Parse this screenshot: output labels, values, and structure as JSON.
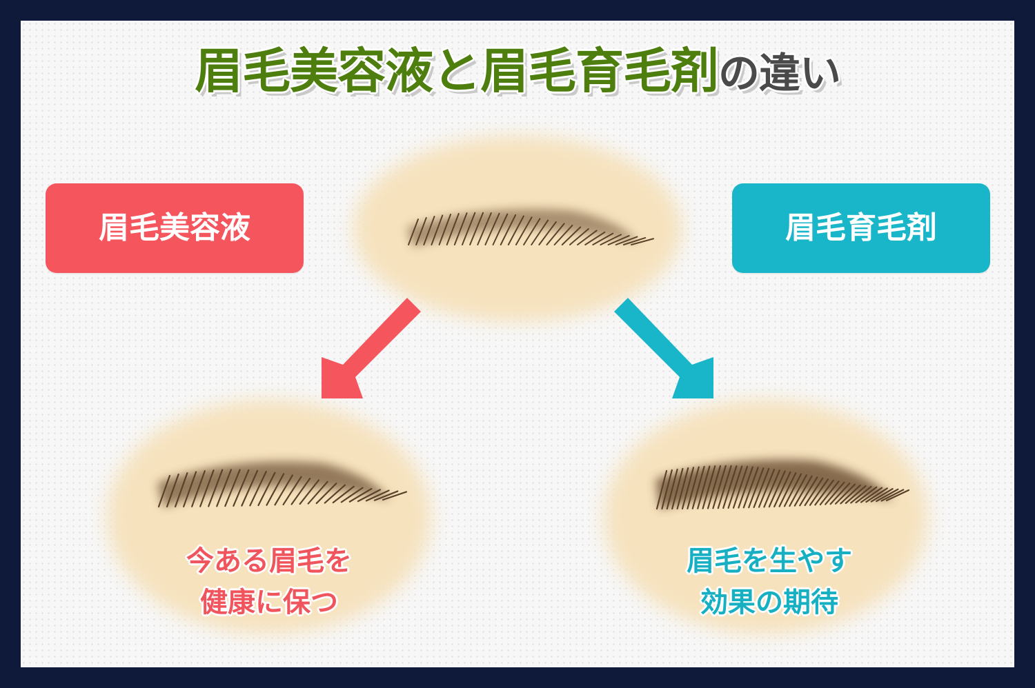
{
  "title": {
    "part1": "眉毛美容液と眉毛育毛剤",
    "part2": "の違い"
  },
  "labels": {
    "serum": "眉毛美容液",
    "growth": "眉毛育毛剤"
  },
  "captions": {
    "left_line1": "今ある眉毛を",
    "left_line2": "健康に保つ",
    "right_line1": "眉毛を生やす",
    "right_line2": "効果の期待"
  },
  "colors": {
    "frame": "#0f1a3b",
    "title_green": "#4d7e0e",
    "title_gray": "#4a4a4a",
    "serum_red": "#f5555d",
    "growth_teal": "#18b6c8",
    "skin": "#f6e2bd",
    "brow": "#6b4e31"
  }
}
